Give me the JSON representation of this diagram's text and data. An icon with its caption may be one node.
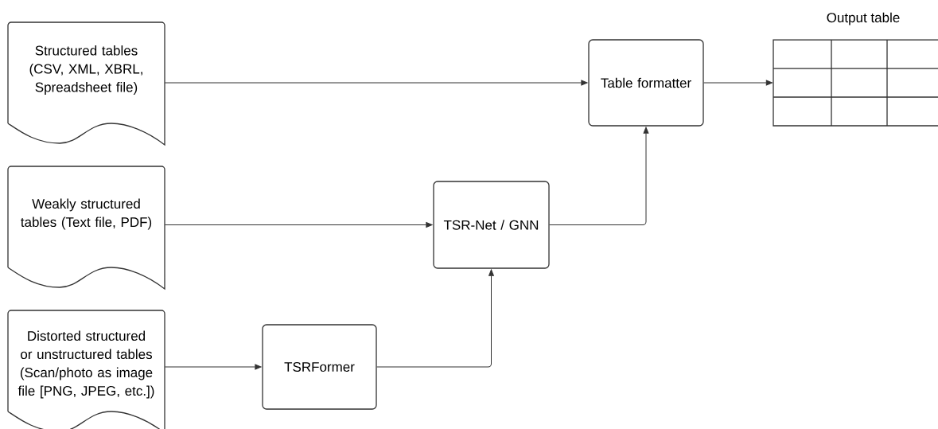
{
  "diagram": {
    "nodes": [
      {
        "text": [
          "Structured tables (CSV, XML, XBRL, Spreadsheet file)"
        ]
      },
      {
        "text": [
          "Weakly structured tables (Text file, PDF)"
        ]
      },
      {
        "text": [
          "Distorted structured or unstructured tables (Scan/photo as image file [PNG, JPEG, etc.])"
        ]
      },
      {
        "text": [
          "TSRFormer"
        ]
      },
      {
        "text": [
          "TSR-Net / GNN"
        ]
      },
      {
        "text": [
          "Table formatter"
        ]
      },
      {
        "text": [
          "Output table"
        ]
      }
    ],
    "edges": [
      {
        "from": 0,
        "to": 5,
        "arrow": "to"
      },
      {
        "from": 1,
        "to": 4,
        "arrow": "to"
      },
      {
        "from": 2,
        "to": 3,
        "arrow": "to"
      },
      {
        "from": 3,
        "to": 4,
        "arrow": "to"
      },
      {
        "from": 4,
        "to": 5,
        "arrow": "to"
      },
      {
        "from": 5,
        "to": 6,
        "arrow": "to"
      }
    ]
  }
}
